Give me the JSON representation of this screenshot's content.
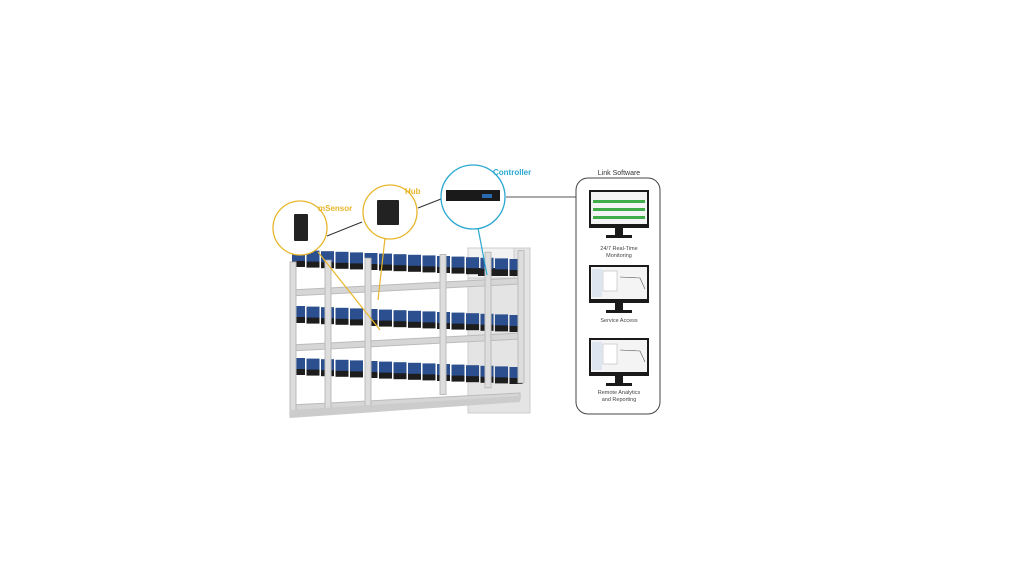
{
  "labels": {
    "msensor": "mSensor",
    "hub": "Hub",
    "controller": "Controller"
  },
  "software": {
    "title": "Link Software",
    "items": [
      {
        "caption_line1": "24/7 Real-Time",
        "caption_line2": "Monitoring"
      },
      {
        "caption_line1": "Service Access",
        "caption_line2": ""
      },
      {
        "caption_line1": "Remote Analytics",
        "caption_line2": "and Reporting"
      }
    ]
  },
  "colors": {
    "sensor_hub": "#e8b62c",
    "controller": "#2aa8d0",
    "battery": "#2b4f8f"
  }
}
